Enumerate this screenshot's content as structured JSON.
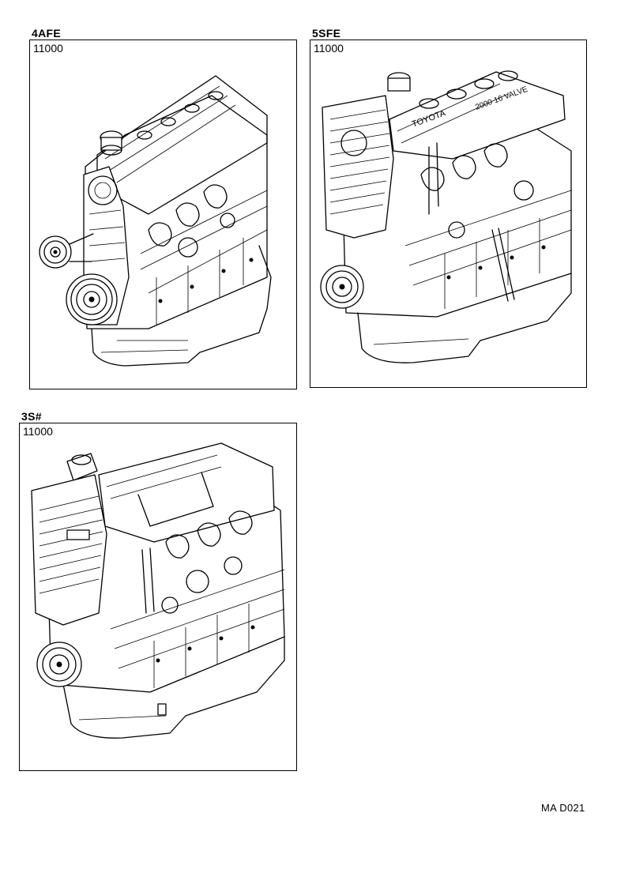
{
  "panels": [
    {
      "engine_label": "4AFE",
      "part_number": "11000"
    },
    {
      "engine_label": "5SFE",
      "part_number": "11000",
      "cover_text": "TOYOTA",
      "cover_text_2": "2000 16 VALVE"
    },
    {
      "engine_label": "3S#",
      "part_number": "11000"
    }
  ],
  "footer": {
    "code": "MA D021"
  }
}
